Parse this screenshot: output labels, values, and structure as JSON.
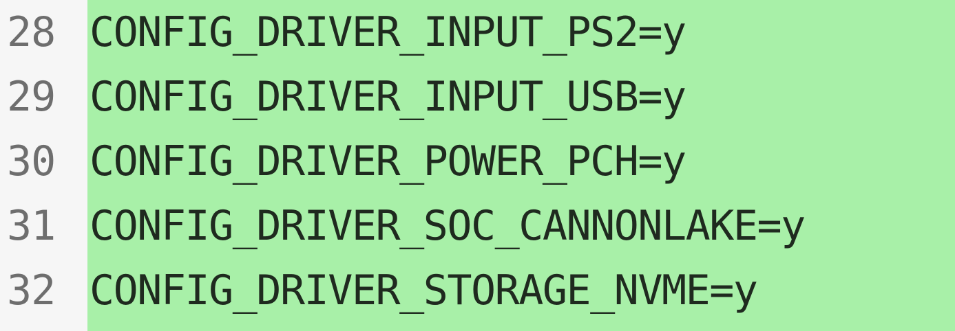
{
  "diff": {
    "added_color": "#a8f0a8",
    "gutter_color": "#f6f6f6",
    "lines": [
      {
        "number": "28",
        "text": "CONFIG_DRIVER_INPUT_PS2=y"
      },
      {
        "number": "29",
        "text": "CONFIG_DRIVER_INPUT_USB=y"
      },
      {
        "number": "30",
        "text": "CONFIG_DRIVER_POWER_PCH=y"
      },
      {
        "number": "31",
        "text": "CONFIG_DRIVER_SOC_CANNONLAKE=y"
      },
      {
        "number": "32",
        "text": "CONFIG_DRIVER_STORAGE_NVME=y"
      }
    ]
  }
}
